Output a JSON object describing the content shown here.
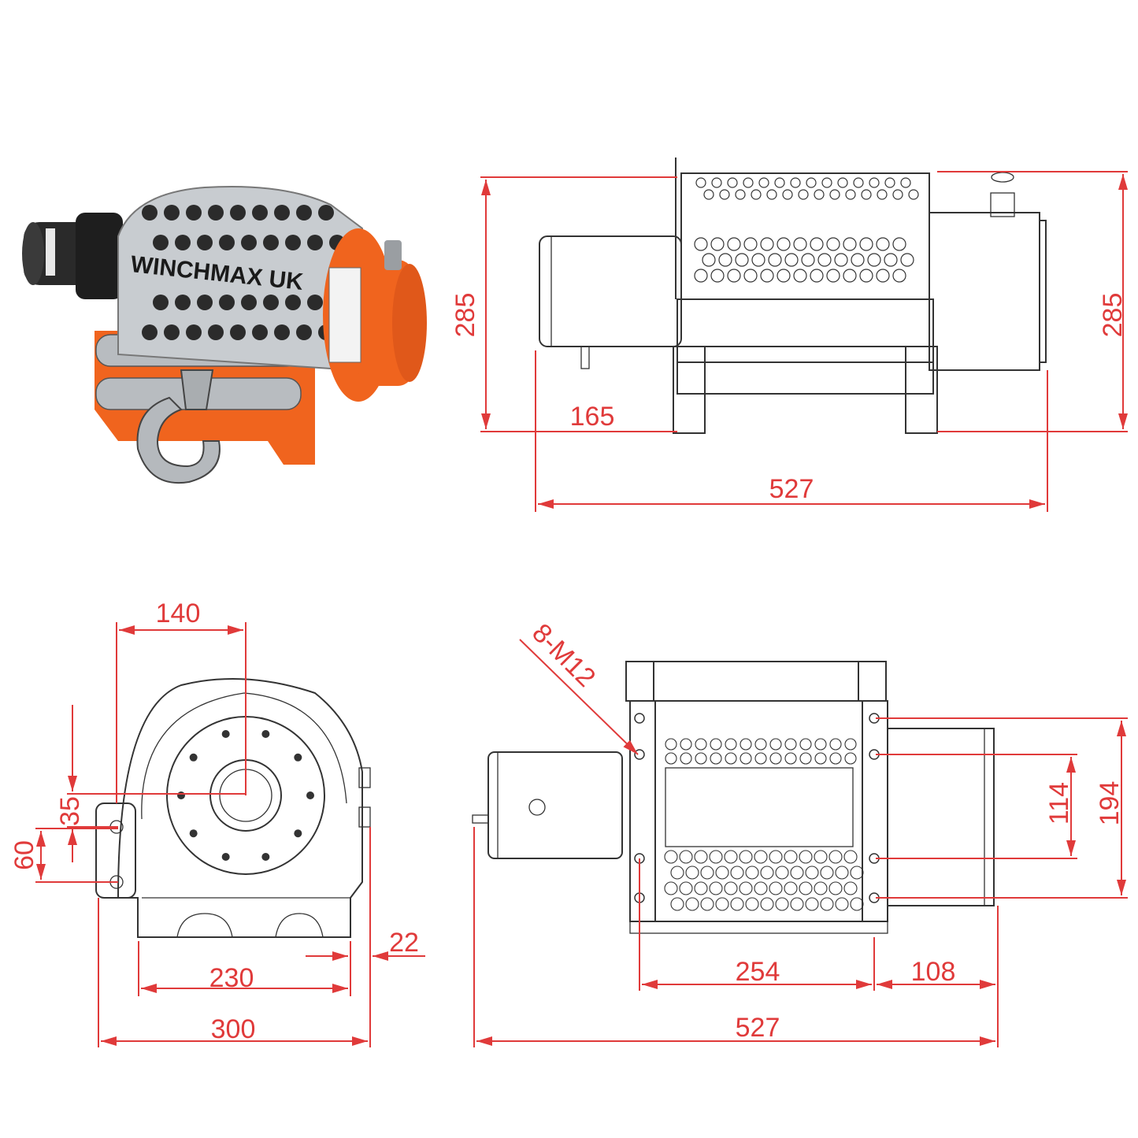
{
  "product_photo": {
    "brand_text": "WINCHMAX UK",
    "colors": {
      "housing": "#f0641e",
      "motor": "#2a2a2a",
      "guard": "#c8ccd0"
    }
  },
  "side_view": {
    "height_left": "285",
    "height_right": "285",
    "offset": "165",
    "overall_length": "527"
  },
  "end_view": {
    "drum_offset": "140",
    "mount_offset": "35",
    "port_spacing": "60",
    "foot_width": "230",
    "overall_width": "300",
    "foot_inset": "22"
  },
  "top_view": {
    "bolt_spec": "8-M12",
    "inner_spacing": "114",
    "outer_spacing": "194",
    "drum_length": "254",
    "motor_length": "108",
    "overall_length": "527"
  },
  "dimension_color": "#e03a3a"
}
